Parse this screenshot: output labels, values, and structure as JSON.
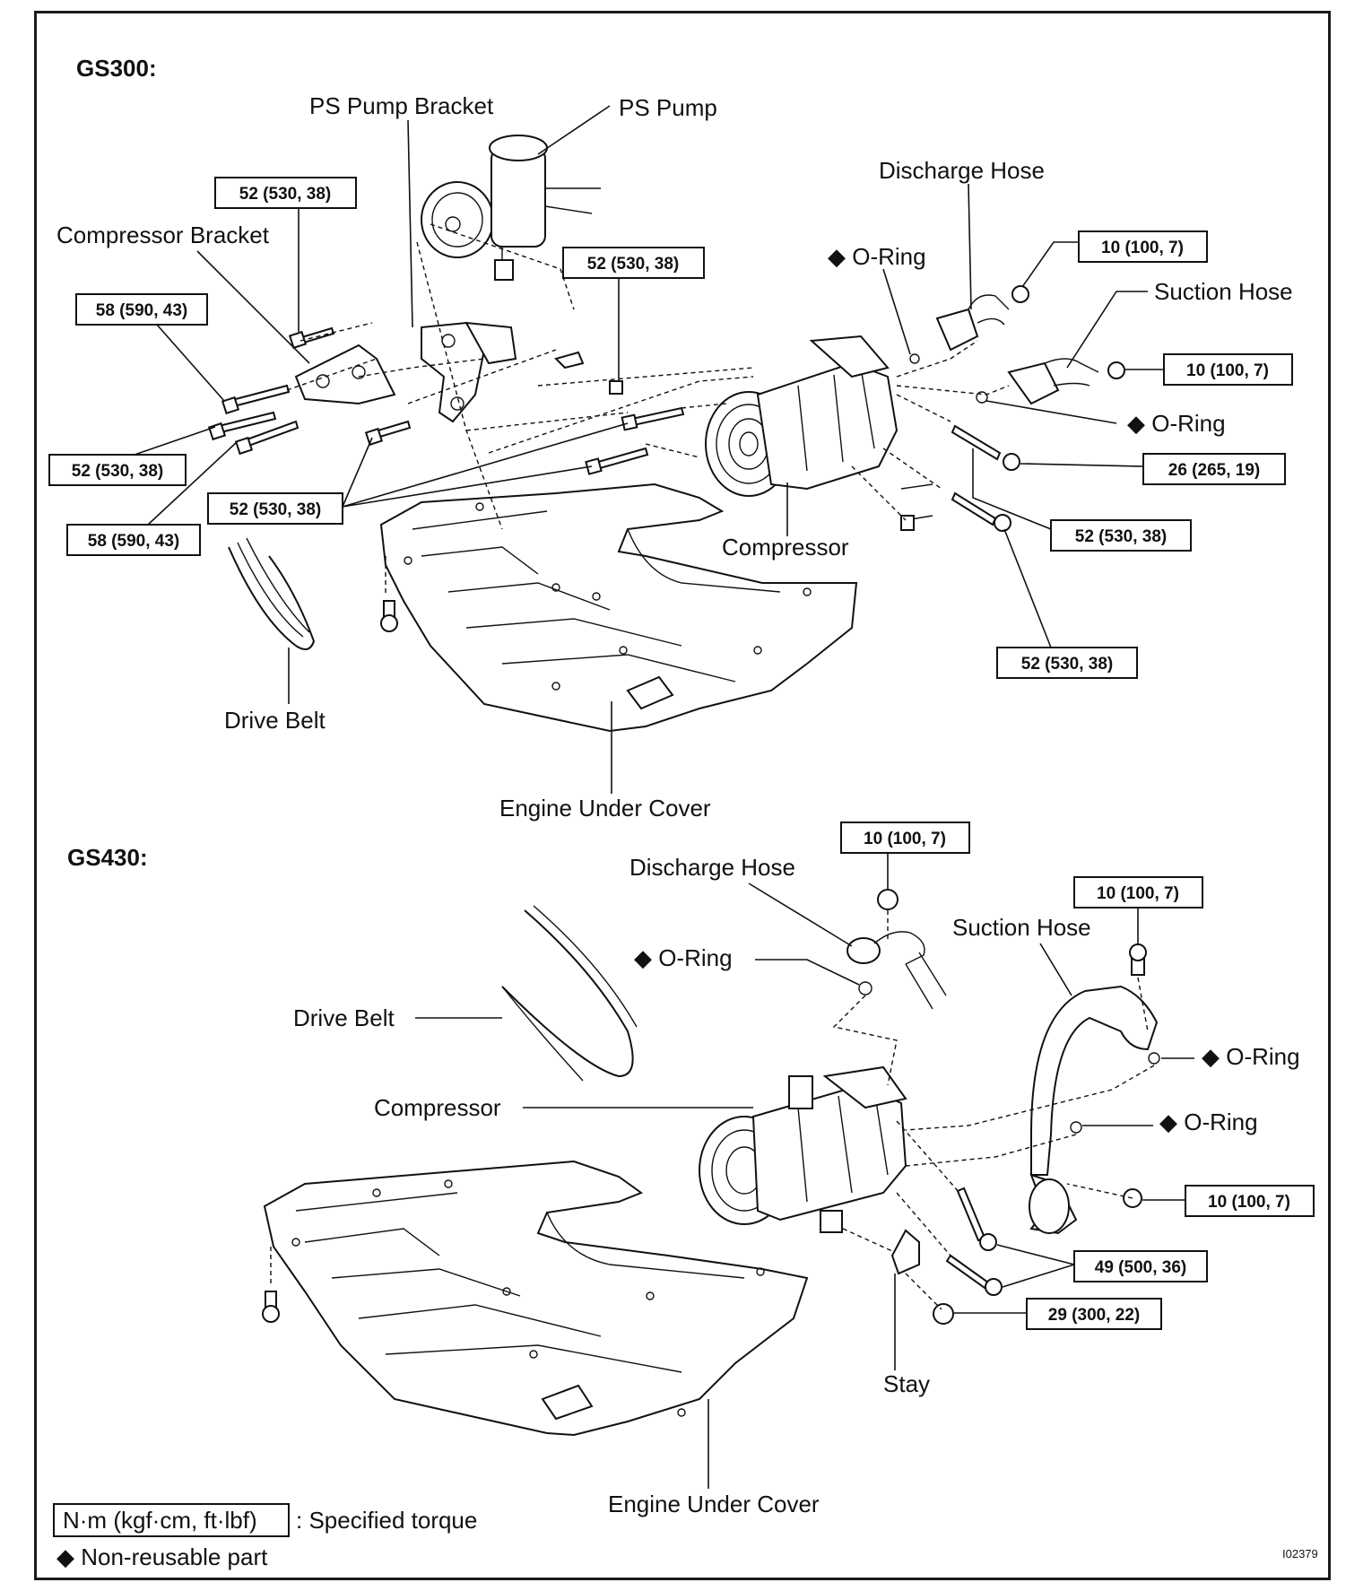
{
  "sections": {
    "gs300": {
      "title": "GS300:",
      "ps_pump_bracket": "PS Pump Bracket",
      "ps_pump": "PS Pump",
      "discharge_hose": "Discharge Hose",
      "compressor_bracket": "Compressor Bracket",
      "o_ring_1": "O-Ring",
      "o_ring_2": "O-Ring",
      "suction_hose": "Suction Hose",
      "compressor": "Compressor",
      "drive_belt": "Drive Belt",
      "engine_under_cover": "Engine Under Cover",
      "torques": {
        "t1": "52 (530, 38)",
        "t2": "52 (530, 38)",
        "t3": "58 (590, 43)",
        "t4": "52 (530, 38)",
        "t5": "58 (590, 43)",
        "t6": "52 (530, 38)",
        "t7": "10 (100, 7)",
        "t8": "10 (100, 7)",
        "t9": "26 (265, 19)",
        "t10": "52 (530, 38)",
        "t11": "52 (530, 38)"
      }
    },
    "gs430": {
      "title": "GS430:",
      "discharge_hose": "Discharge Hose",
      "o_ring_1": "O-Ring",
      "suction_hose": "Suction Hose",
      "drive_belt": "Drive Belt",
      "o_ring_2": "O-Ring",
      "compressor": "Compressor",
      "o_ring_3": "O-Ring",
      "stay": "Stay",
      "engine_under_cover": "Engine Under Cover",
      "torques": {
        "t1": "10 (100, 7)",
        "t2": "10 (100, 7)",
        "t3": "10 (100, 7)",
        "t4": "49 (500, 36)",
        "t5": "29 (300, 22)"
      }
    }
  },
  "legend": {
    "unit_box": "N·m (kgf·cm, ft·lbf)",
    "unit_desc": ": Specified torque",
    "non_reusable": "Non-reusable part"
  },
  "figure_ref": "I02379",
  "colors": {
    "ink": "#111111",
    "background": "#ffffff"
  },
  "icons": {
    "non_reusable_marker": "black-diamond-icon"
  }
}
